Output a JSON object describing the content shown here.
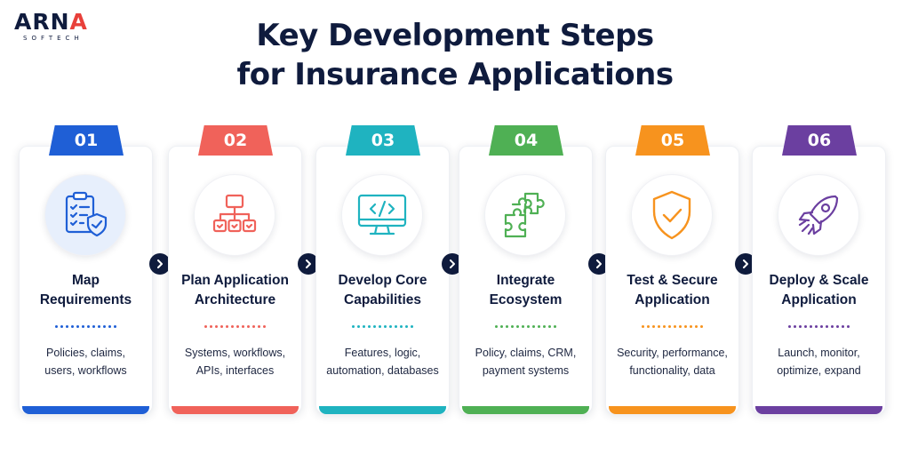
{
  "logo": {
    "main_prefix": "ARN",
    "main_accent": "A",
    "sub": "SOFTECH"
  },
  "title": {
    "line1": "Key Development Steps",
    "line2": "for Insurance Applications"
  },
  "steps": [
    {
      "number": "01",
      "title_line1": "Map",
      "title_line2": "Requirements",
      "desc_line1": "Policies, claims,",
      "desc_line2": "users, workflows",
      "color": "#1f5fd6",
      "icon": "clipboard-shield-icon"
    },
    {
      "number": "02",
      "title_line1": "Plan Application",
      "title_line2": "Architecture",
      "desc_line1": "Systems, workflows,",
      "desc_line2": "APIs, interfaces",
      "color": "#f0625a",
      "icon": "architecture-tree-icon"
    },
    {
      "number": "03",
      "title_line1": "Develop Core",
      "title_line2": "Capabilities",
      "desc_line1": "Features, logic,",
      "desc_line2": "automation, databases",
      "color": "#1fb3c0",
      "icon": "code-monitor-icon"
    },
    {
      "number": "04",
      "title_line1": "Integrate",
      "title_line2": "Ecosystem",
      "desc_line1": "Policy, claims, CRM,",
      "desc_line2": "payment systems",
      "color": "#4fb054",
      "icon": "puzzle-icon"
    },
    {
      "number": "05",
      "title_line1": "Test & Secure",
      "title_line2": "Application",
      "desc_line1": "Security, performance,",
      "desc_line2": "functionality, data",
      "color": "#f7931e",
      "icon": "shield-check-icon"
    },
    {
      "number": "06",
      "title_line1": "Deploy & Scale",
      "title_line2": "Application",
      "desc_line1": "Launch, monitor,",
      "desc_line2": "optimize, expand",
      "color": "#6b3fa0",
      "icon": "rocket-icon"
    }
  ]
}
